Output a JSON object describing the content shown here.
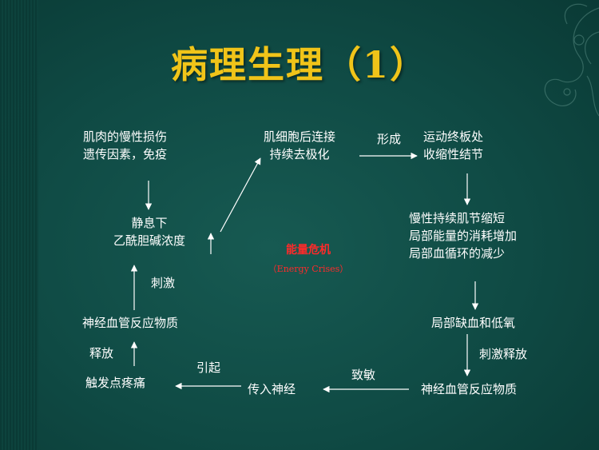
{
  "title": "病理生理（1）",
  "nodes": {
    "muscle_injury": [
      "肌肉的慢性损伤",
      "遗传因素，免疫"
    ],
    "resting_ach": [
      "静息下",
      "乙酰胆碱浓度"
    ],
    "continuous_depol": [
      "肌细胞后连接",
      "持续去极化"
    ],
    "end_plate": [
      "运动终板处",
      "收缩性结节"
    ],
    "chronic_shortening": [
      "慢性持续肌节缩短",
      "局部能量的消耗增加",
      "局部血循环的减少"
    ],
    "ischemia_hypoxia": "局部缺血和低氧",
    "vasoactive_right": "神经血管反应物质",
    "afferent_nerve": "传入神经",
    "trigger_pain": "触发点疼痛",
    "vasoactive_left": "神经血管反应物质"
  },
  "edge_labels": {
    "form": "形成",
    "stimulate_release": "刺激释放",
    "sensitize": "致敏",
    "cause": "引起",
    "release": "释放",
    "stimulate": "刺激"
  },
  "center": {
    "crisis": "能量危机",
    "crisis_en": "（Energy Crises）"
  },
  "colors": {
    "title": "#f0c419",
    "crisis": "#ff2a2a",
    "text": "#ffffff",
    "background": "#0f4a44"
  }
}
